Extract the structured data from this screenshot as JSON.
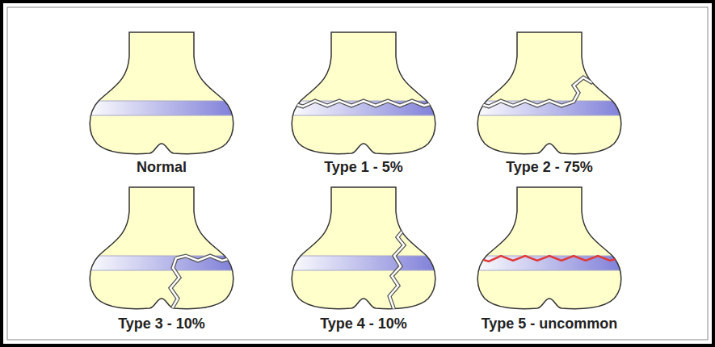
{
  "diagram": {
    "labels": [
      "Normal",
      "Type 1 - 5%",
      "Type 2 - 75%",
      "Type 3 - 10%",
      "Type 4 - 10%",
      "Type 5 - uncommon"
    ]
  }
}
